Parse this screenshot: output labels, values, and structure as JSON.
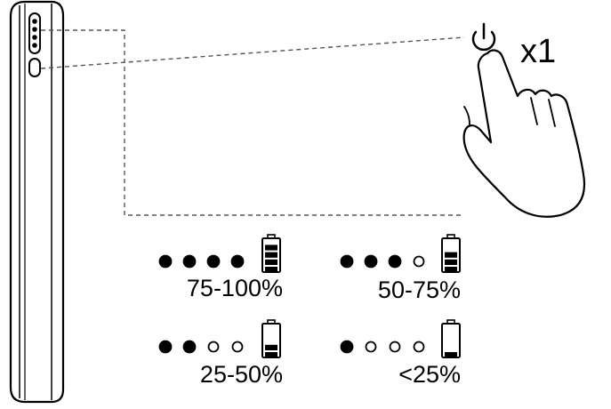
{
  "press_count_label": "x1",
  "icons": {
    "power": "power-icon",
    "hand": "pointing-hand-icon",
    "battery": "battery-icon"
  },
  "levels": [
    {
      "label": "75-100%",
      "lit": 4,
      "bars": 4
    },
    {
      "label": "50-75%",
      "lit": 3,
      "bars": 3
    },
    {
      "label": "25-50%",
      "lit": 2,
      "bars": 2
    },
    {
      "label": "<25%",
      "lit": 1,
      "bars": 1
    }
  ]
}
